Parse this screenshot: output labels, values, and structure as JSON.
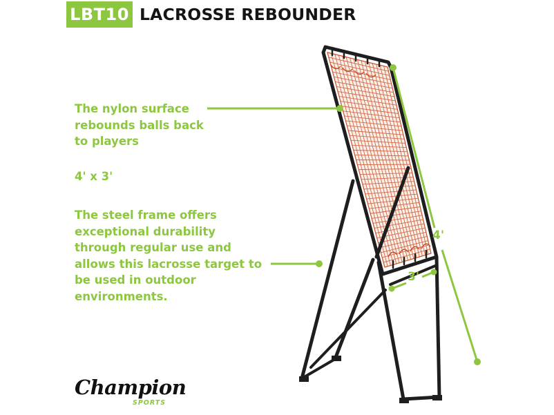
{
  "header": {
    "model_badge": "LBT10",
    "title": "LACROSSE REBOUNDER"
  },
  "features": [
    {
      "text": "The nylon surface\nrebounds balls back\nto players"
    },
    {
      "text": "4' x 3'"
    },
    {
      "text": "The steel frame offers\nexceptional durability\nthrough regular use and\nallows this lacrosse target to\nbe used in outdoor\nenvironments."
    }
  ],
  "dimensions": {
    "height_label": "4'",
    "width_label": "3'"
  },
  "logo": {
    "wordmark": "Champion",
    "subtitle": "SPORTS"
  },
  "colors": {
    "accent": "#8dc63f",
    "title_text": "#151515",
    "frame": "#1e1e1e",
    "net": "#c8502a"
  }
}
